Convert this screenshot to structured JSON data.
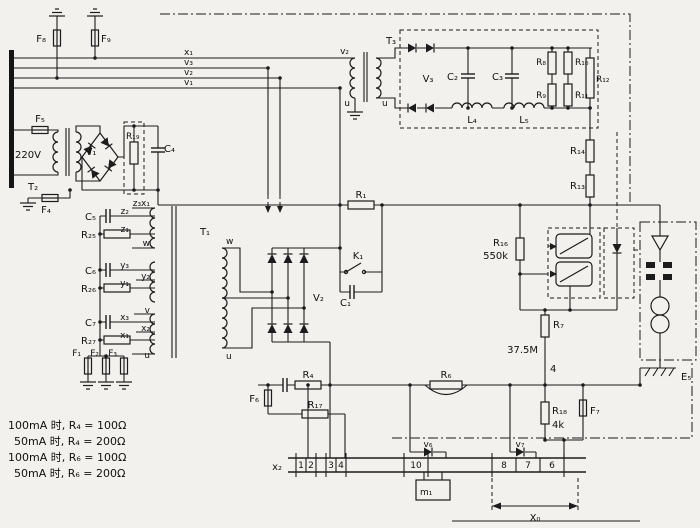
{
  "labels": {
    "f8": "F₈",
    "f9": "F₉",
    "bus_x1": "x₁",
    "bus_v3": "v₃",
    "bus_v2": "v₂",
    "bus_v1": "v₁",
    "t3": "T₃",
    "t3_v2": "v₂",
    "t3_u_primary": "u",
    "t3_u_secondary": "u",
    "v3": "V₃",
    "c2": "C₂",
    "c3": "C₃",
    "l4": "L₄",
    "l5": "L₅",
    "r8": "R₈",
    "r10": "R₁₀",
    "r9": "R₉",
    "r11": "R₁₁",
    "r12": "R₁₂",
    "r14": "R₁₄",
    "r13": "R₁₃",
    "f5": "F₅",
    "supply_voltage": "220V",
    "t2": "T₂",
    "v1": "V₁",
    "r19": "R₁₉",
    "c4": "C₄",
    "f4": "F₄",
    "c5": "C₅",
    "r25": "R₂₅",
    "c6": "C₆",
    "r26": "R₂₆",
    "c7": "C₇",
    "r27": "R₂₇",
    "f1": "F₁",
    "f2": "F₂",
    "f3": "F₃",
    "t1": "T₁",
    "tap_z3x1": "z₃x₁",
    "tap_z2": "z₂",
    "tap_z1": "z₁",
    "tap_w_left": "w",
    "tap_y3": "y₃",
    "tap_y2": "y₂",
    "tap_y1": "y₁",
    "tap_v": "v",
    "tap_x3": "x₃",
    "tap_x2": "x₂",
    "tap_x1": "x₁",
    "tap_u_left": "u",
    "tap_w_right": "w",
    "tap_u_right": "u",
    "v2": "V₂",
    "k1": "K₁",
    "c1": "C₁",
    "r1": "R₁",
    "r16": "R₁₆",
    "r16_value": "550k",
    "r7": "R₇",
    "r7_value": "37.5M",
    "node_4": "4",
    "e5": "E₅",
    "r4": "R₄",
    "f6": "F₆",
    "r17": "R₁₇",
    "r6": "R₆",
    "v6": "v₆",
    "v7": "v₇",
    "m1": "m₁",
    "r18": "R₁₈",
    "r18_value": "4k",
    "f7": "F₇",
    "x2": "x₂",
    "x0": "X₀"
  },
  "terminals": [
    "1",
    "2",
    "3",
    "4",
    "10",
    "8",
    "7",
    "6"
  ],
  "notes": [
    "100mA 时, R₄ = 100Ω",
    "50mA 时, R₄ = 200Ω",
    "100mA 时, R₆ = 100Ω",
    "50mA 时, R₆ = 200Ω"
  ]
}
